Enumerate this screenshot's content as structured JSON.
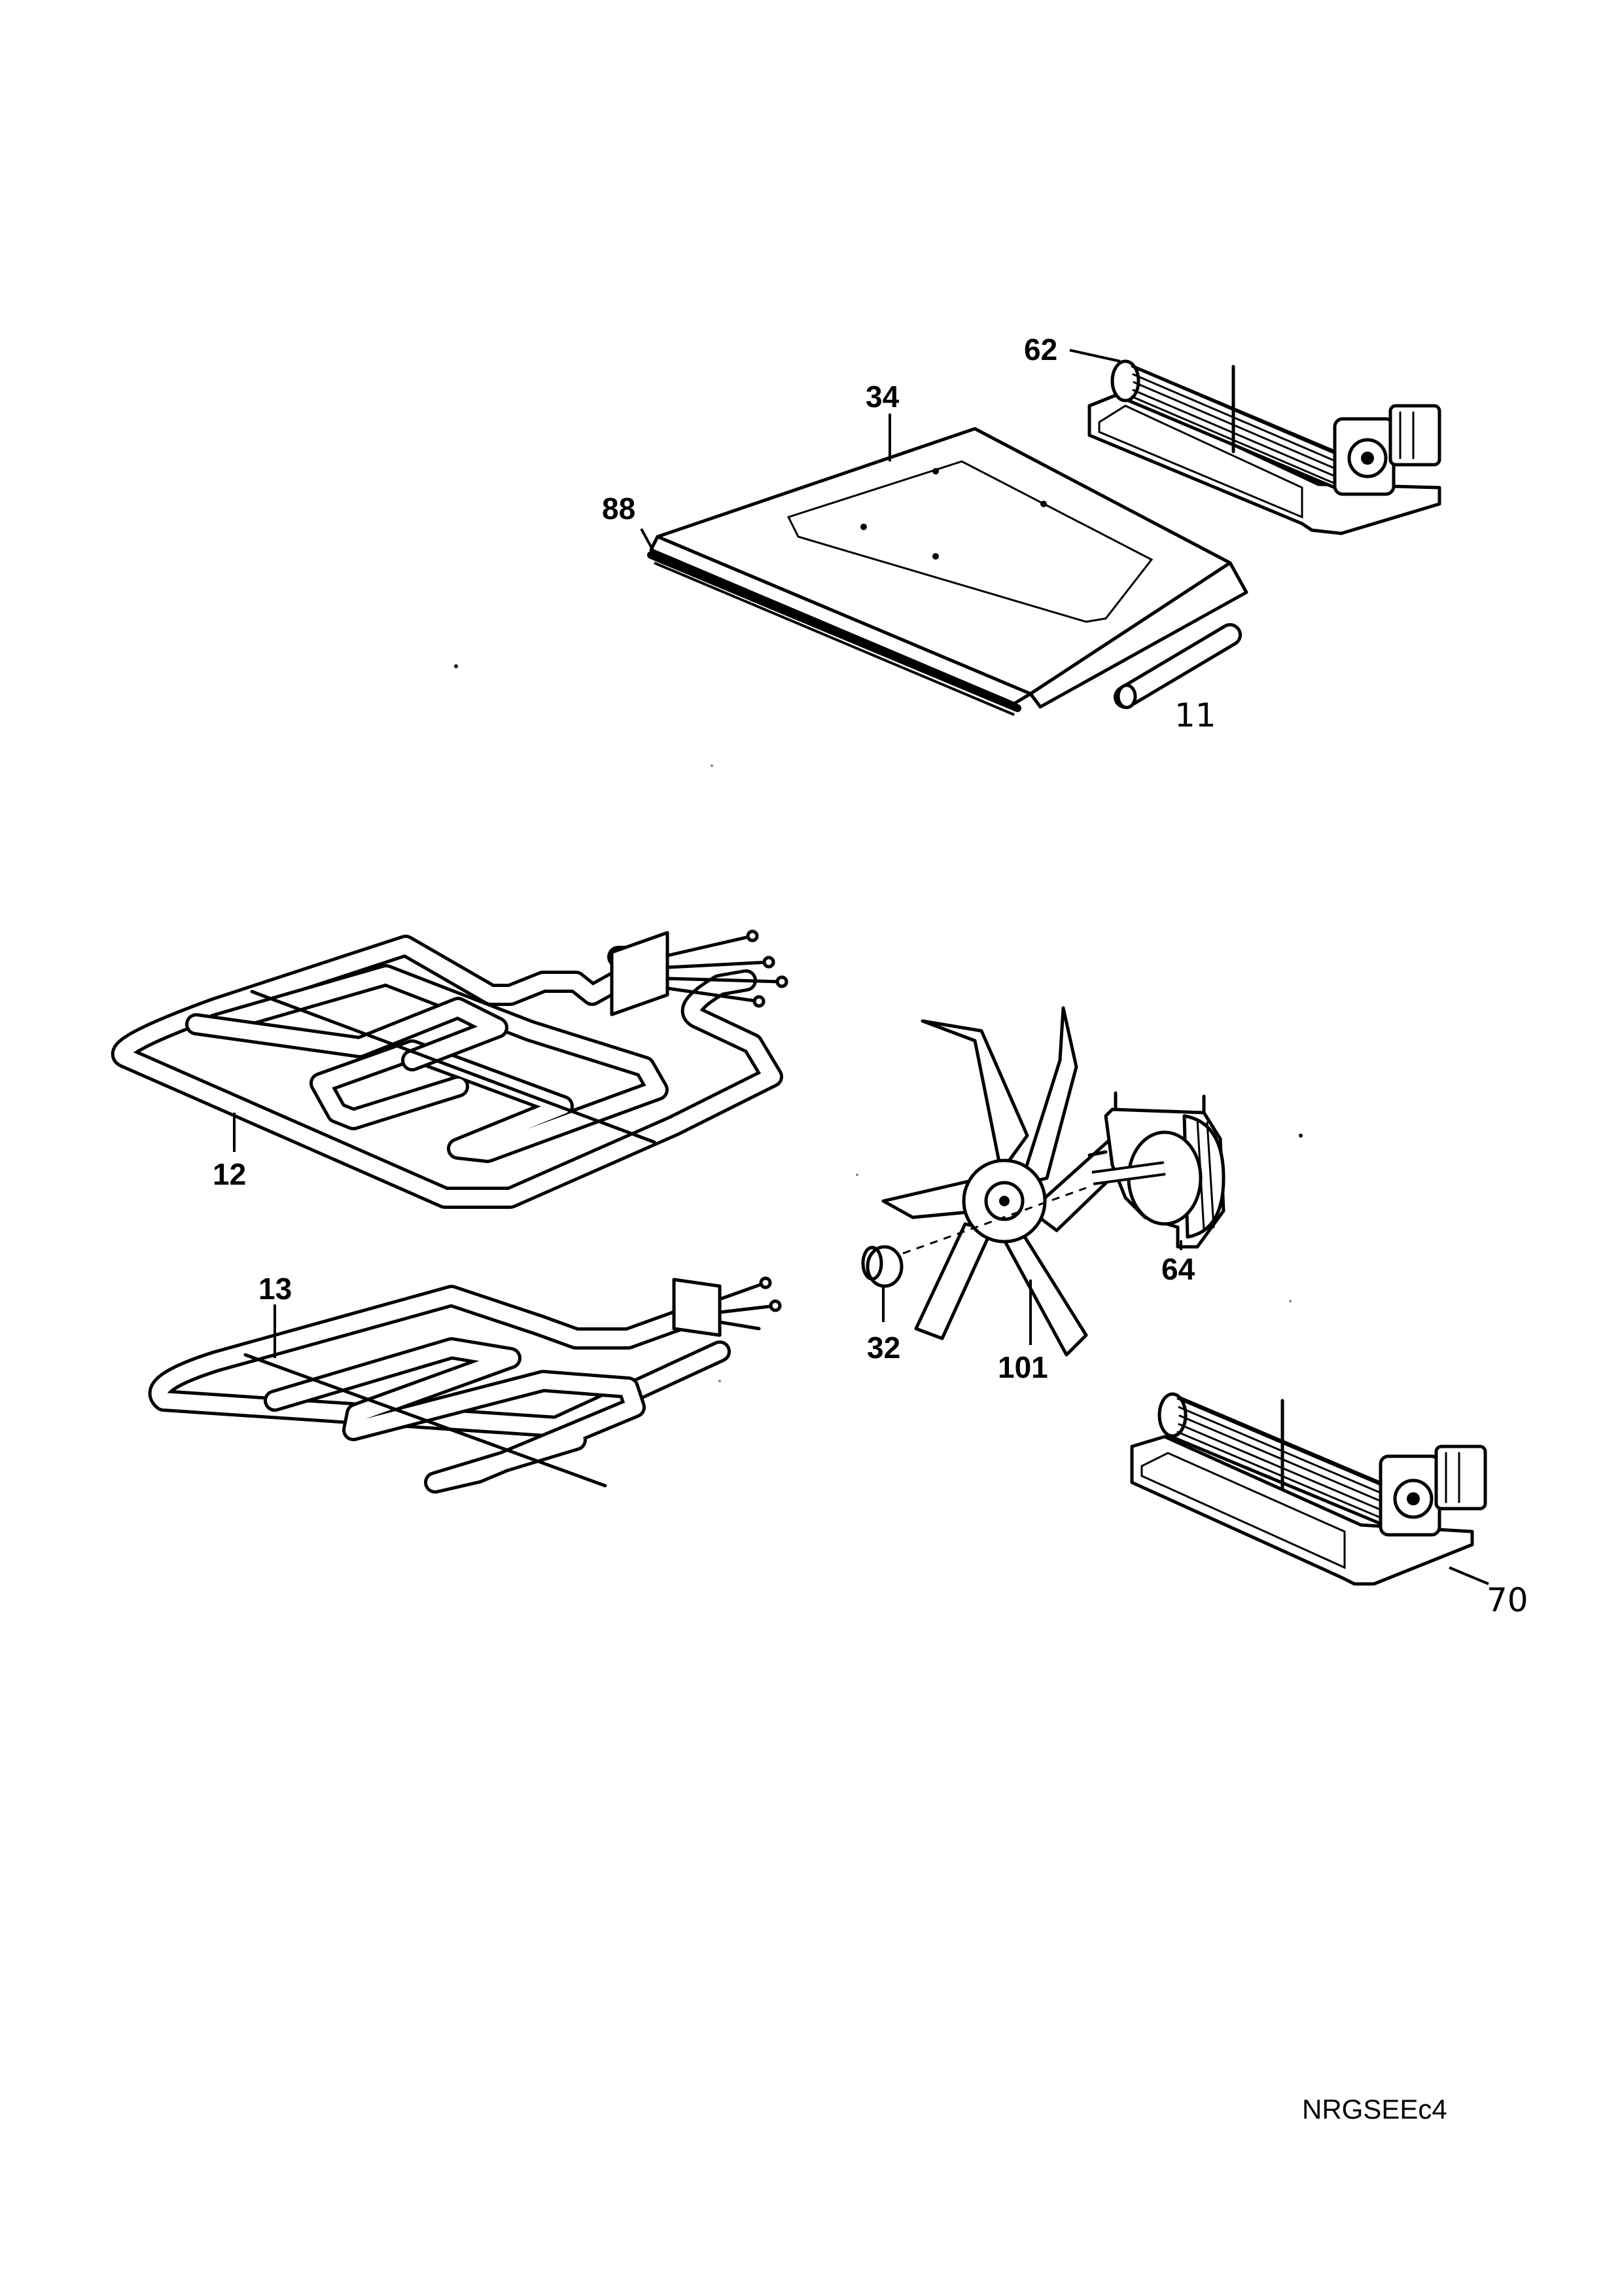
{
  "labels": {
    "p62": "62",
    "p34": "34",
    "p88": "88",
    "p11": "11",
    "p12": "12",
    "p13": "13",
    "p64": "64",
    "p32": "32",
    "p101": "101",
    "p70": "70"
  },
  "reference_code": "NRGSEEc4"
}
